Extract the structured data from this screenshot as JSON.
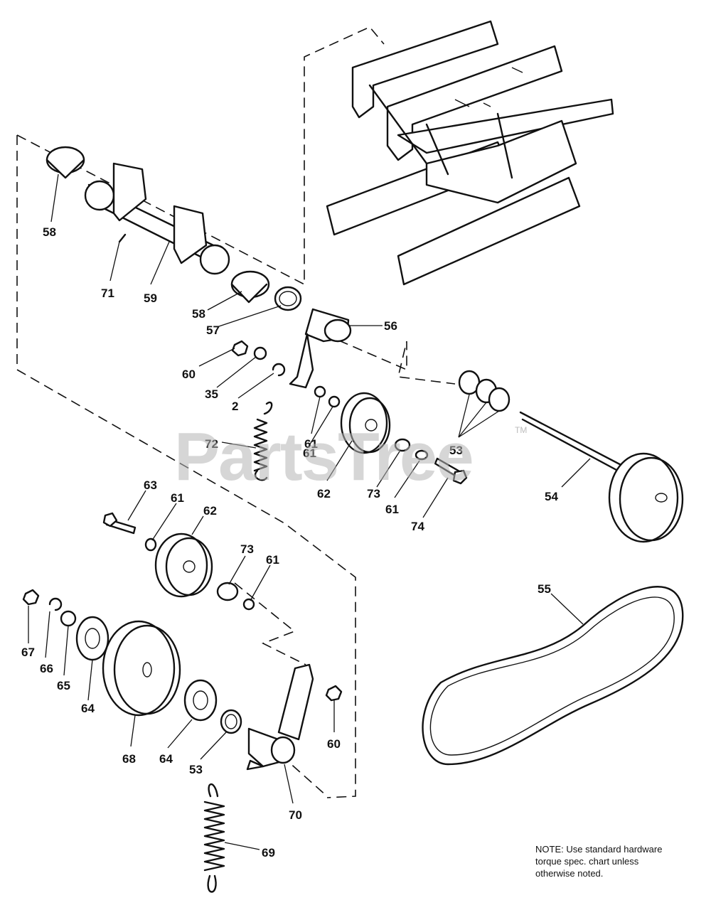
{
  "watermark": {
    "text": "PartsTree",
    "trademark": "TM"
  },
  "note": {
    "lines": [
      "NOTE: Use standard hardware",
      "torque spec. chart unless",
      "otherwise noted."
    ]
  },
  "callouts": {
    "c58a": "58",
    "c71": "71",
    "c59": "59",
    "c58b": "58",
    "c57": "57",
    "c56": "56",
    "c60a": "60",
    "c35": "35",
    "c2": "2",
    "c72": "72",
    "c61a": "61",
    "c61b": "61",
    "c62a": "62",
    "c73a": "73",
    "c61c": "61",
    "c74": "74",
    "c53a": "53",
    "c54": "54",
    "c63": "63",
    "c61d": "61",
    "c62b": "62",
    "c73b": "73",
    "c61e": "61",
    "c55": "55",
    "c67": "67",
    "c66": "66",
    "c65": "65",
    "c64a": "64",
    "c68": "68",
    "c64b": "64",
    "c53b": "53",
    "c70": "70",
    "c60b": "60",
    "c69": "69"
  },
  "colors": {
    "ink": "#111111",
    "paper": "#ffffff",
    "watermark": "#b4b4b4"
  }
}
